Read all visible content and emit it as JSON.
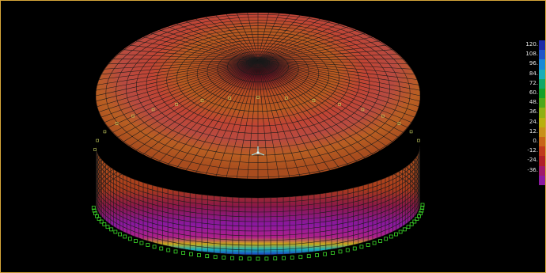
{
  "viewport": {
    "background": "#000000",
    "frame_color": "#d6a63a"
  },
  "scene": {
    "model": "dome-tank-shell",
    "support_color": "#3ddc2a",
    "mesh_line_color": "#1a1a1a",
    "axis_icon": "axis-triad-icon"
  },
  "legend": {
    "labels": [
      "120.",
      "108.",
      "96.",
      "84.",
      "72.",
      "60.",
      "48.",
      "36.",
      "24.",
      "12.",
      "0.",
      "-12.",
      "-24.",
      "-36.",
      ""
    ],
    "colors": [
      "#1d2aa8",
      "#1f56c8",
      "#1a8ad6",
      "#18aeb8",
      "#12a868",
      "#15a02a",
      "#4ea81a",
      "#8fb014",
      "#b8b010",
      "#c8901a",
      "#c86418",
      "#c03a1c",
      "#b02028",
      "#a01a6a",
      "#8c1aa0"
    ]
  }
}
